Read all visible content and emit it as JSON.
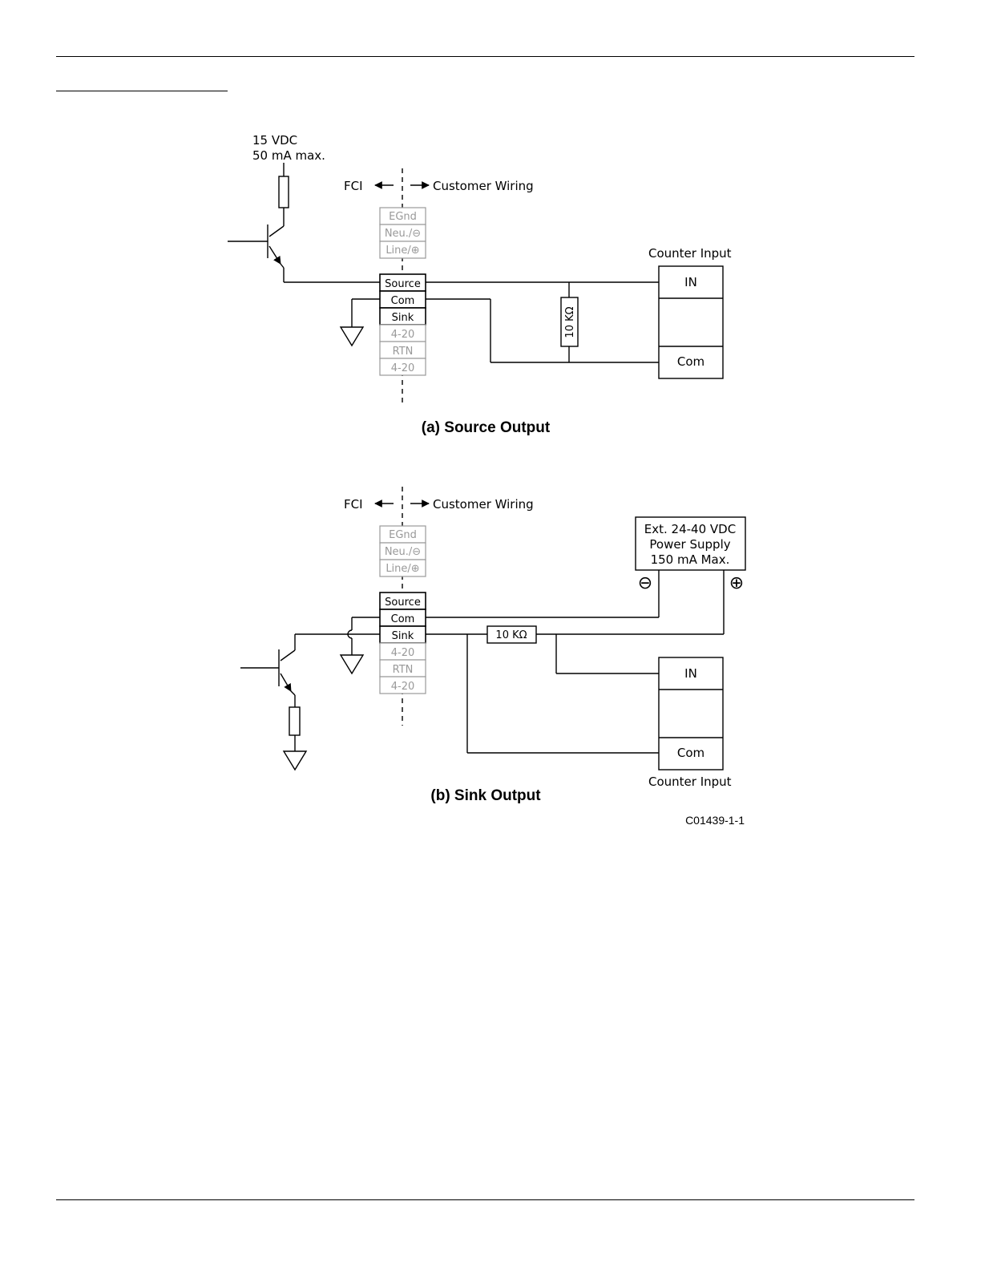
{
  "source_diagram": {
    "supply_line1": "15 VDC",
    "supply_line2": "50 mA max.",
    "fci_label": "FCI",
    "customer_wiring_label": "Customer Wiring",
    "counter_input_label": "Counter Input",
    "in_label": "IN",
    "com_label": "Com",
    "resistor_label": "10 KΩ",
    "caption": "(a) Source Output"
  },
  "sink_diagram": {
    "fci_label": "FCI",
    "customer_wiring_label": "Customer Wiring",
    "psu_line1": "Ext. 24-40 VDC",
    "psu_line2": "Power Supply",
    "psu_line3": "150 mA Max.",
    "psu_minus": "⊖",
    "psu_plus": "⊕",
    "resistor_label": "10 KΩ",
    "in_label": "IN",
    "com_label": "Com",
    "counter_input_label": "Counter Input",
    "caption": "(b) Sink Output"
  },
  "terminals": [
    "EGnd",
    "Neu./⊖",
    "Line/⊕",
    "Source",
    "Com",
    "Sink",
    "4-20",
    "RTN",
    "4-20"
  ],
  "figure_code": "C01439-1-1"
}
